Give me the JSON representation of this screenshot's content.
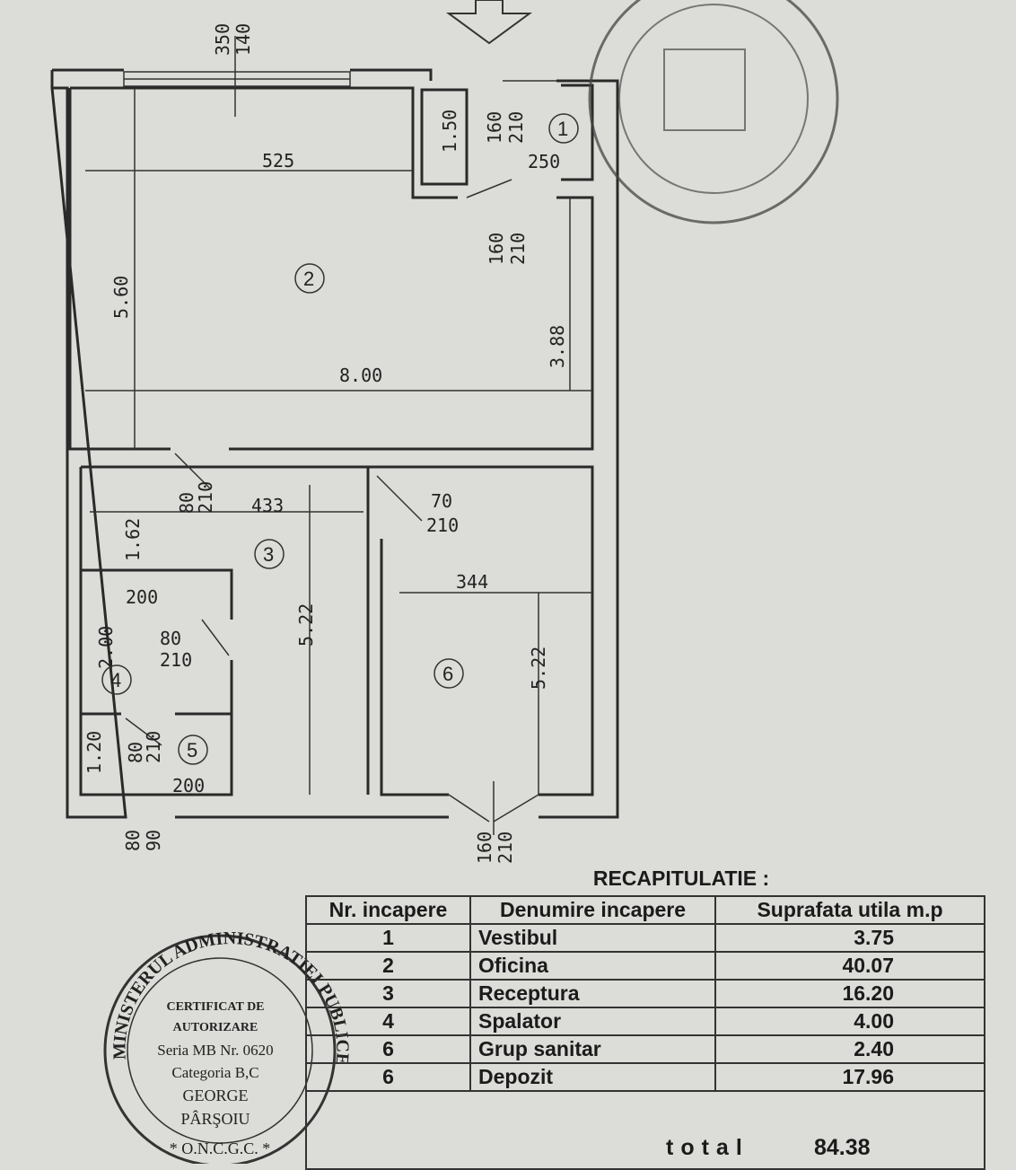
{
  "plan": {
    "dimensions": {
      "window_top": "350",
      "window_top_h": "140",
      "room2_width_upper": "525",
      "closet": "1.50",
      "door1_top_w": "160",
      "door1_top_h": "210",
      "room1_width": "250",
      "door1_bottom_w": "160",
      "door1_bottom_h": "210",
      "room2_height": "5.60",
      "room2_right": "3.88",
      "room2_width": "8.00",
      "door3_w": "80",
      "door3_h": "210",
      "room3_width": "433",
      "door6_w": "70",
      "door6_h": "210",
      "room3_upper": "1.62",
      "room6_width": "344",
      "room4_width": "200",
      "door4_w": "80",
      "door4_h": "210",
      "room4_height": "2.00",
      "room3_height": "5.22",
      "room6_height": "5.22",
      "room5_height": "1.20",
      "door5_w": "80",
      "door5_h": "210",
      "room5_width": "200",
      "window_bottom_w": "80",
      "window_bottom_h": "90",
      "entrance_w": "160",
      "entrance_h": "210"
    },
    "room_numbers": [
      "1",
      "2",
      "3",
      "4",
      "5",
      "6"
    ]
  },
  "recap": {
    "title": "RECAPITULATIE :",
    "headers": [
      "Nr. incapere",
      "Denumire incapere",
      "Suprafata utila m.p"
    ],
    "rows": [
      {
        "nr": "1",
        "name": "Vestibul",
        "area": "3.75"
      },
      {
        "nr": "2",
        "name": "Oficina",
        "area": "40.07"
      },
      {
        "nr": "3",
        "name": "Receptura",
        "area": "16.20"
      },
      {
        "nr": "4",
        "name": "Spalator",
        "area": "4.00"
      },
      {
        "nr": "6",
        "name": "Grup sanitar",
        "area": "2.40"
      },
      {
        "nr": "6",
        "name": "Depozit",
        "area": "17.96"
      }
    ],
    "total_label": "total",
    "total_value": "84.38"
  },
  "stamp_bottom": {
    "ring": "MINISTERUL ADMINISTRATIEI PUBLICE",
    "bottom": "* O.N.C.G.C. *",
    "line1": "CERTIFICAT DE",
    "line2": "AUTORIZARE",
    "line3": "Seria MB Nr. 0620",
    "line4": "Categoria B,C",
    "line5": "GEORGE",
    "line6": "PÂRŞOIU"
  }
}
